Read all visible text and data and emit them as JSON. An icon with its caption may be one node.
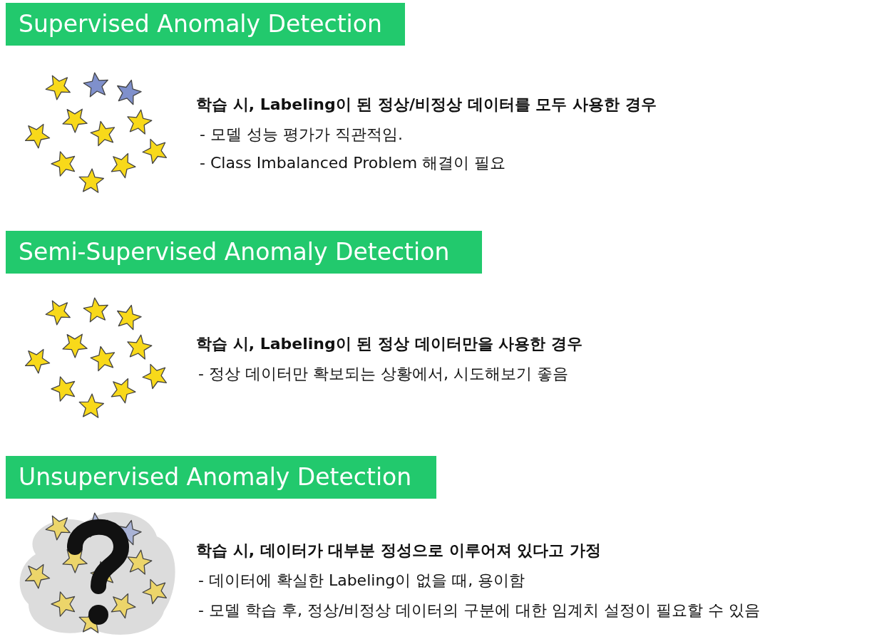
{
  "diagram": {
    "nodes": [
      {
        "text": [
          "Supervised Anomaly Detection"
        ]
      },
      {
        "text": [
          "Semi-Supervised Anomaly Detection"
        ]
      },
      {
        "text": [
          "Unsupervised Anomaly Detection"
        ]
      }
    ],
    "labels": [
      "학습 시, Labeling이 된 정상/비정상 데이터를 모두 사용한 경우",
      "- 모델 성능 평가가 직관적임.",
      "- Class Imbalanced Problem 해결이 필요",
      "학습 시, Labeling이 된 정상 데이터만을 사용한 경우",
      "- 정상 데이터만 확보되는 상황에서, 시도해보기 좋음",
      "학습 시, 데이터가 대부분 정성으로 이루어져 있다고 가정",
      "- 데이터에 확실한 Labeling이 없을 때, 용이함",
      "- 모델 학습 후, 정상/비정상 데이터의 구분에 대한 임계치 설정이 필요할 수 있음"
    ]
  }
}
